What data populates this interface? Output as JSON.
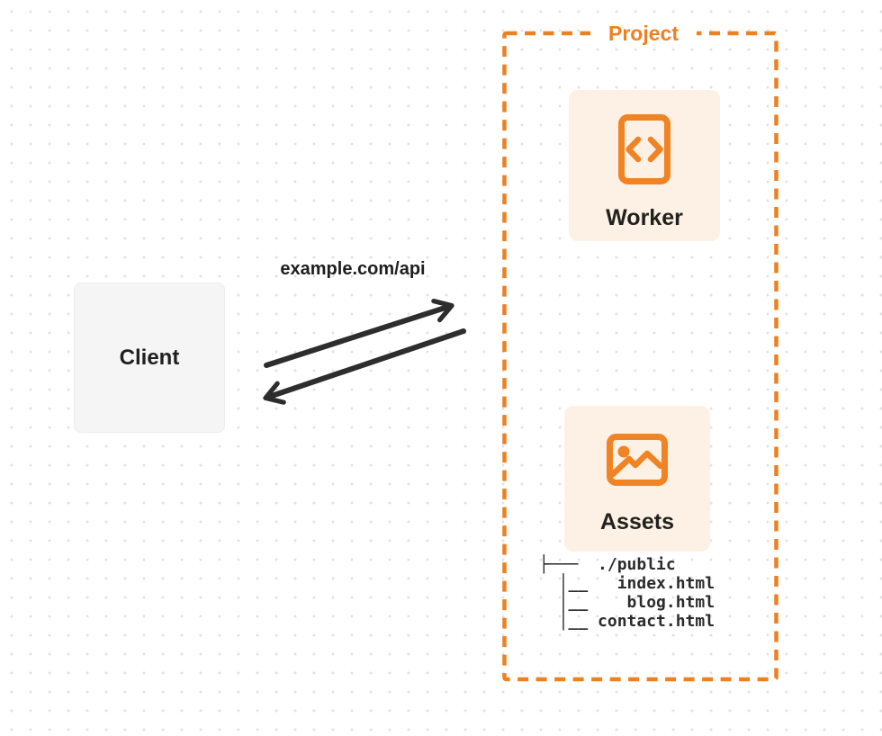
{
  "client": {
    "label": "Client"
  },
  "request": {
    "url_label": "example.com/api"
  },
  "project": {
    "label": "Project",
    "worker": {
      "label": "Worker",
      "icon": "code-document-icon"
    },
    "assets": {
      "label": "Assets",
      "icon": "image-icon"
    },
    "file_tree": {
      "root": "./public",
      "files": [
        "index.html",
        "blog.html",
        "contact.html"
      ],
      "text": "├───  ./public\n  │__   index.html\n  │__    blog.html\n  │__ contact.html"
    }
  },
  "colors": {
    "orange": "#ee8020",
    "card_bg": "#fcf1e4",
    "client_bg": "#f5f5f6",
    "ink": "#2d2d2d",
    "dot_grid": "#e2e2e3"
  }
}
